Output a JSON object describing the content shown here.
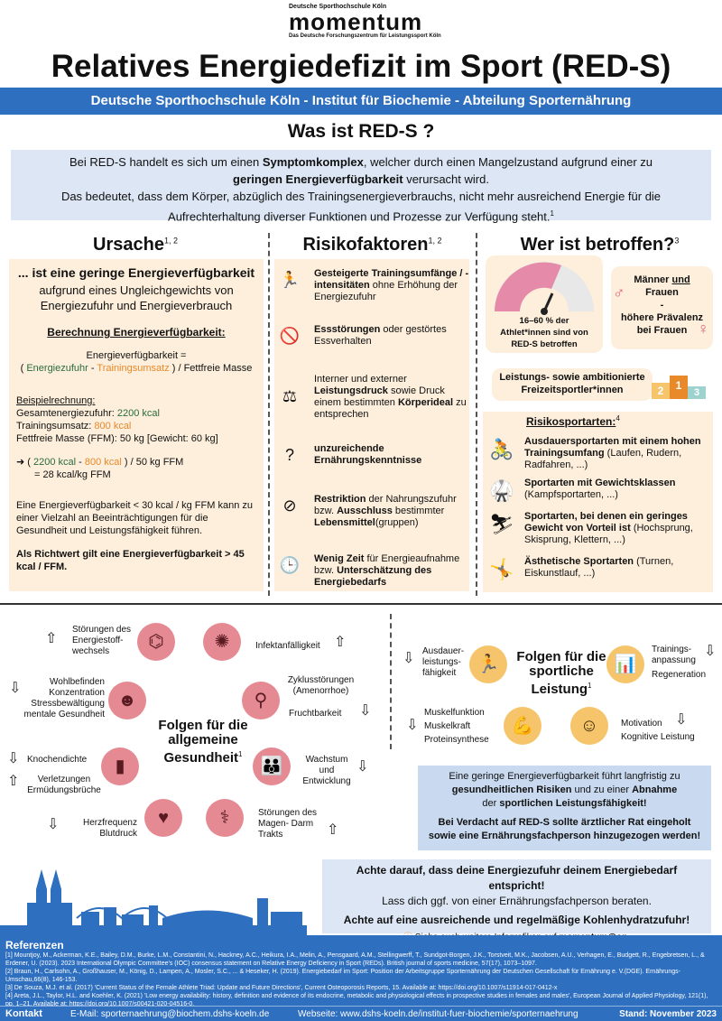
{
  "logo": {
    "top": "Deutsche Sporthochschule Köln",
    "brand": "momentum",
    "sub": "Das Deutsche Forschungszentrum für Leistungssport Köln"
  },
  "title": "Relatives Energiedefizit im Sport (RED-S)",
  "banner": "Deutsche Sporthochschule Köln - Institut für Biochemie - Abteilung Sporternährung",
  "whatis": "Was ist RED-S ?",
  "intro": {
    "p1a": "Bei RED-S handelt es sich um einen ",
    "p1b": "Symptomkomplex",
    "p1c": ", welcher durch einen Mangelzustand aufgrund einer zu",
    "p2a": "geringen Energieverfügbarkeit",
    "p2b": " verursacht wird.",
    "p3": "Das bedeutet, dass dem Körper, abzüglich des Trainingsenergieverbrauchs, nicht mehr ausreichend Energie für die",
    "p4": "Aufrechterhaltung  diverser Funktionen und Prozesse zur Verfügung steht.",
    "ref": "1"
  },
  "ursache": {
    "heading": "Ursache",
    "ref": "1, 2",
    "lead": "... ist eine geringe Energieverfügbarkeit",
    "lead2": "aufgrund eines Ungleichgewichts von Energiezufuhr und Energieverbrauch",
    "calc_title": "Berechnung Energieverfügbarkeit:",
    "formula1": "Energieverfügbarkeit  =",
    "formula_open": "( ",
    "formula_ez": "Energiezufuhr",
    "formula_minus": " - ",
    "formula_tu": "Trainingsumsatz",
    "formula_close": " ) / Fettfreie Masse",
    "example_title": "Beispielrechnung:",
    "ex1_label": "Gesamtenergiezufuhr: ",
    "ex1_val": "2200 kcal",
    "ex2_label": "Trainingsumsatz: ",
    "ex2_val": "800 kcal",
    "ex3": "Fettfreie Masse (FFM): 50 kg  [Gewicht: 60 kg]",
    "calc_a": "2200 kcal",
    "calc_b": "800 kcal",
    "calc_rest": " ) / 50 kg FFM",
    "calc_result": "= 28 kcal/kg FFM",
    "note": "Eine Energieverfügbarkeit < 30 kcal / kg FFM kann zu einer Vielzahl an Beeinträchtigungen für die Gesundheit und Leistungsfähigkeit führen.",
    "guide": "Als Richtwert gilt eine Energieverfügbarkeit > 45 kcal / FFM."
  },
  "risk": {
    "heading": "Risikofaktoren",
    "ref": "1, 2",
    "items": [
      {
        "bold": "Gesteigerte Trainingsumfänge / -intensitäten",
        "rest": " ohne Erhöhung der Energiezufuhr"
      },
      {
        "bold": "Essstörungen",
        "rest": " oder gestörtes Essverhalten"
      },
      {
        "pre": "Interner und externer ",
        "bold": "Leistungsdruck",
        "rest": " sowie Druck einem bestimmten ",
        "bold2": "Körperideal",
        "rest2": " zu entsprechen"
      },
      {
        "bold": "unzureichende Ernährungskenntnisse",
        "rest": ""
      },
      {
        "bold": "Restriktion",
        "rest": " der Nahrungszufuhr bzw. ",
        "bold2": "Ausschluss",
        "rest2": " bestimmter ",
        "bold3": "Lebensmittel",
        "rest3": "(gruppen)"
      },
      {
        "bold": "Wenig Zeit",
        "rest": " für Energieaufnahme bzw. ",
        "bold2": "Unterschätzung des Energiebedarfs",
        "rest2": ""
      }
    ]
  },
  "affected": {
    "heading": "Wer ist betroffen?",
    "ref": "3",
    "gauge_text1": "16–60 % der",
    "gauge_text2": "Athlet*innen sind von",
    "gauge_text3": "RED-S betroffen",
    "gender_l1": "Männer ",
    "gender_und": "und",
    "gender_l2": "Frauen",
    "gender_dash": "-",
    "gender_l3": "höhere Prävalenz",
    "gender_l4": "bei Frauen",
    "leistung": "Leistungs- sowie ambitionierte Freizeitsportler*innen",
    "podium": [
      "2",
      "1",
      "3"
    ],
    "sports_title": "Risikosportarten:",
    "sports_ref": "4",
    "sports": [
      {
        "bold": "Ausdauersportarten mit einem hohen Trainingsumfang",
        "rest": " (Laufen, Rudern, Radfahren, ...)"
      },
      {
        "bold": "Sportarten mit Gewichtsklassen",
        "rest": " (Kampfsportarten, ...)"
      },
      {
        "bold": "Sportarten, bei denen ein geringes Gewicht von Vorteil ist",
        "rest": " (Hochsprung, Skisprung, Klettern, ...)"
      },
      {
        "bold": "Ästhetische Sportarten",
        "rest": " (Turnen, Eiskunstlauf, ...)"
      }
    ]
  },
  "health": {
    "title1": "Folgen für die",
    "title2": "allgemeine",
    "title3": "Gesundheit",
    "ref": "1",
    "energie": "Störungen des Energiestoff- wechsels",
    "infekt": "Infektanfälligkeit",
    "zyklus1": "Zyklusstörungen",
    "zyklus2": "(Amenorrhoe)",
    "frucht": "Fruchtbarkeit",
    "wohl1": "Wohlbefinden",
    "wohl2": "Konzentration",
    "wohl3": "Stressbewältigung",
    "wohl4": "mentale Gesundheit",
    "knochen": "Knochendichte",
    "verletz1": "Verletzungen",
    "verletz2": "Ermüdungsbrüche",
    "wachstum1": "Wachstum",
    "wachstum2": "und",
    "wachstum3": "Entwicklung",
    "herz1": "Herzfrequenz",
    "herz2": "Blutdruck",
    "magen1": "Störungen des",
    "magen2": "Magen- Darm",
    "magen3": "Trakts"
  },
  "sport_perf": {
    "title1": "Folgen für die",
    "title2": "sportliche",
    "title3": "Leistung",
    "ref": "1",
    "ausdauer1": "Ausdauer-",
    "ausdauer2": "leistungs-",
    "ausdauer3": "fähigkeit",
    "training1": "Trainings-",
    "training2": "anpassung",
    "training3": "Regeneration",
    "muskel1": "Muskelfunktion",
    "muskel2": "Muskelkraft",
    "muskel3": "Proteinsynthese",
    "motiv1": "Motivation",
    "motiv2": "Kognitive Leistung"
  },
  "info1": {
    "l1": "Eine geringe Energieverfügbarkeit führt langfristig zu",
    "l2a": "gesundheitlichen Risiken",
    "l2b": " und zu einer ",
    "l2c": "Abnahme",
    "l3a": "der ",
    "l3b": "sportlichen Leistungsfähigkeit!",
    "l4": "Bei Verdacht auf RED-S  sollte ärztlicher Rat eingeholt sowie eine Ernährungsfachperson hinzugezogen werden!"
  },
  "info2": {
    "l1": "Achte darauf, dass deine Energiezufuhr deinem Energiebedarf entspricht!",
    "l2": "Lass dich ggf. von einer Ernährungsfachperson beraten.",
    "l3": "Achte auf eine ausreichende und regelmäßige Kohlenhydratzufuhr!",
    "l4a": "Siehe auch weitere Infografiken auf ",
    "l4b": "momentum@on."
  },
  "refs": {
    "heading": "Referenzen",
    "items": [
      "[1]  Mountjoy, M., Ackerman, K.E., Bailey, D.M., Burke, L.M., Constantini, N., Hackney, A.C., Heikura, I.A., Melin, A., Pensgaard, A.M., Stellingwerff, T., Sundgot-Borgen, J.K., Torstveit, M.K., Jacobsen, A.U., Verhagen, E., Budgett, R., Engebretsen, L., & Erdener, U. (2023). 2023 International Olympic Committee's (IOC) consensus statement on Relative Energy Deficiency in Sport (REDs). British journal of sports medicine, 57(17), 1073–1097.",
      "[2]  Braun, H., Carlsohn, A., Großhauser, M., König, D., Lampen, A., Mosler, S.C., ... & Heseker, H. (2019). Energiebedarf im Sport: Position der Arbeitsgruppe Sporternährung der Deutschen Gesellschaft für Ernährung e. V.(DGE). Ernährungs-Umschau,66(8), 146-153.",
      "[3]  De Souza, M.J. et al. (2017) 'Current Status of the Female Athlete Triad: Update and Future Directions', Current Osteoporosis Reports, 15. Available at: https://doi.org/10.1007/s11914-017-0412-x",
      "[4]  Areta, J.L., Taylor, H.L. and Koehler, K. (2021) 'Low energy availability: history, definition and evidence of its endocrine, metabolic and physiological effects in prospective studies in females and males', European Journal of Applied Physiology, 121(1), pp. 1–21. Available at: https://doi.org/10.1007/s00421-020-04516-0."
    ]
  },
  "contact": {
    "label": "Kontakt",
    "email": "E-Mail: sporternaehrung@biochem.dshs-koeln.de",
    "web": "Webseite: www.dshs-koeln.de/institut-fuer-biochemie/sporternaehrung",
    "date": "Stand: November 2023"
  },
  "colors": {
    "blue": "#2e6fbf",
    "cream": "#fdefdc",
    "pink": "#e58a93",
    "orange": "#e8892a",
    "green": "#2a6b3a"
  }
}
